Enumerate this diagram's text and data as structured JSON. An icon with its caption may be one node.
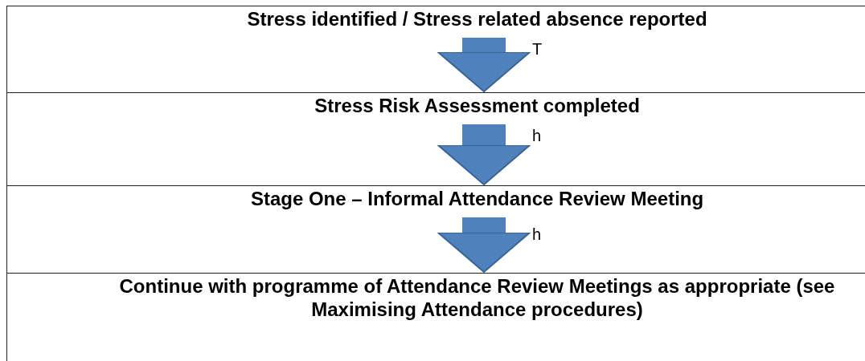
{
  "diagram": {
    "nodes": [
      {
        "text": [
          "Stress identified / Stress related absence reported"
        ]
      },
      {
        "text": [
          "Stress Risk Assessment completed"
        ]
      },
      {
        "text": [
          "Stage One – Informal Attendance Review Meeting"
        ]
      },
      {
        "text": [
          "Continue with programme of Attendance Review Meetings as appropriate (see Maximising Attendance procedures)"
        ]
      }
    ],
    "edges": [
      {
        "from": 0,
        "to": 1,
        "arrow": "to"
      },
      {
        "from": 1,
        "to": 2,
        "arrow": "to"
      },
      {
        "from": 2,
        "to": 3,
        "arrow": "to"
      }
    ],
    "labels": [
      "T",
      "h",
      "h"
    ]
  }
}
